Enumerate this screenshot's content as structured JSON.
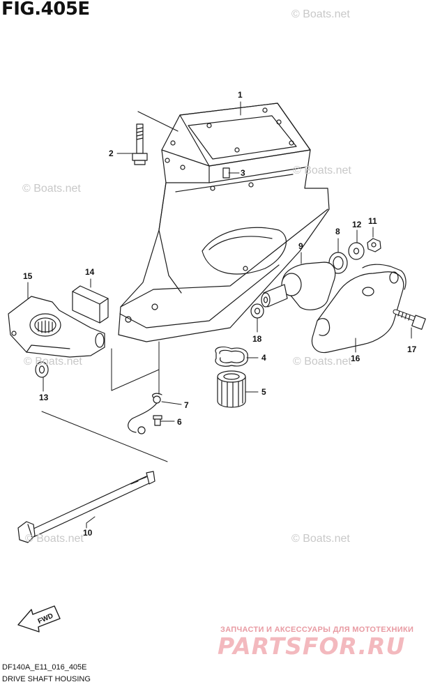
{
  "figure": {
    "title": "FIG.405E",
    "code": "DF140A_E11_016_405E",
    "name": "DRIVE SHAFT HOUSING"
  },
  "callouts": [
    "1",
    "2",
    "3",
    "4",
    "5",
    "6",
    "7",
    "8",
    "9",
    "10",
    "11",
    "12",
    "13",
    "14",
    "15",
    "16",
    "17",
    "18"
  ],
  "fwd_label": "FWD",
  "watermark": "© Boats.net",
  "branding": {
    "subtitle": "ЗАПЧАСТИ И АКСЕССУАРЫ ДЛЯ МОТОТЕХНИКИ",
    "logo": "PARTSFOR.RU",
    "color": "#f3b9be"
  }
}
